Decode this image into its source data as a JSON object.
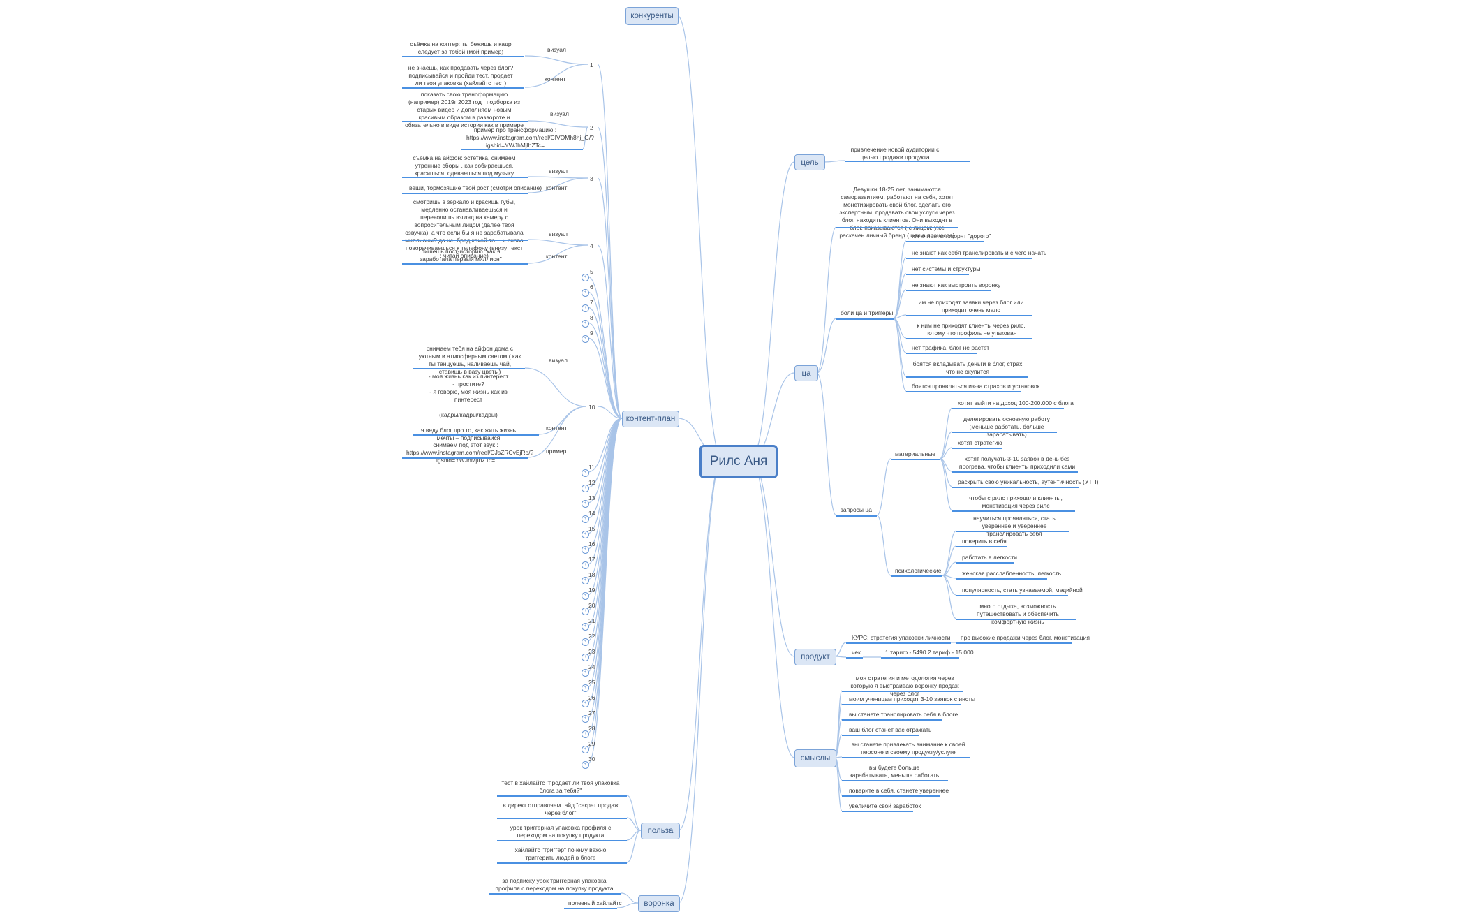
{
  "root": "Рилс Аня",
  "branches": {
    "competitors": "конкуренты",
    "goal": "цель",
    "audience": "ца",
    "product": "продукт",
    "meanings": "смыслы",
    "content_plan": "контент-план",
    "benefit": "польза",
    "funnel": "воронка"
  },
  "goal_text": "привлечение новой аудитории с целью продажи продукта",
  "audience": {
    "description": "Девушки 18-25 лет, занимаются саморазвитием, работают на себя, хотят монетизировать свой блог, сделать его экспертным, продавать свои услуги через блог, находить клиентов. Они выходят в блог, показываются ( с лицом; уже раскачен личный бренд ( или в процессе)",
    "pains_label": "боли ца и триггеры",
    "pains": [
      "им клиенты говорят \"дорого\"",
      "не знают как себя транслировать и с чего начать",
      "нет системы и структуры",
      "не знают как выстроить воронку",
      "им не приходят заявки через блог или приходит очень мало",
      "к ним не приходят клиенты через рилс, потому что профиль не упакован",
      "нет трафика, блог не растет",
      "боятся вкладывать деньги в блог, страх что не окупится",
      "боятся проявляться из-за страхов и установок"
    ],
    "requests_label": "запросы ца",
    "material_label": "материальные",
    "material": [
      "хотят выйти на доход 100-200.000 с блога",
      "делегировать основную работу (меньше работать, больше зарабатывать)",
      "хотят стратегию",
      "хотят получать 3-10 заявок в день без прогрева, чтобы клиенты приходили сами",
      "раскрыть свою уникальность, аутентичность (УТП)",
      "чтобы с рилс приходили клиенты, монетизация через рилс"
    ],
    "psych_label": "психологические",
    "psych": [
      "научиться проявляться, стать увереннее и увереннее транслировать себя",
      "поверить в себя",
      "работать в легкости",
      "женская расслабленность, легкость",
      "популярность, стать узнаваемой, медийной",
      "много отдыха, возможность путешествовать и обеспечить комфортную жизнь"
    ]
  },
  "product": {
    "course": "КУРС: стратегия упаковки личности",
    "course_detail": "про высокие продажи через блог, монетизация",
    "check_label": "чек",
    "check_value": "1 тариф - 5490 2 тариф - 15 000"
  },
  "meanings": [
    "моя стратегия и методология через которую я выстраиваю воронку продаж через блог",
    "моим ученицам приходит 3-10 заявок с инсты",
    "вы станете транслировать себя в блоге",
    "ваш блог станет вас отражать",
    "вы станете привлекать внимание к своей персоне и своему продукту/услуге",
    "вы будете больше зарабатывать, меньше работать",
    "поверите в себя, станете увереннее",
    "увеличите свой заработок"
  ],
  "content_plan": {
    "visual_label": "визуал",
    "content_label": "контент",
    "example_label": "пример",
    "items": [
      {
        "n": "1",
        "visual": "съёмка на коптер: ты бежишь и кадр следует за тобой (мой пример)",
        "content": "не знаешь, как продавать через блог? подписывайся и пройди тест, продает ли твоя упаковка (хайлайтс тест)"
      },
      {
        "n": "2",
        "visual": "показать свою трансформацию (например) 2019г 2023 год , подборка из старых видео и дополняем новым красивым образом в развороте и обязательно в виде истории как в примере",
        "content": "пример про трансформацию : https://www.instagram.com/reel/CIVOMh8hj_G/?igshid=YWJhMjlhZTc="
      },
      {
        "n": "3",
        "visual": "съёмка на айфон: эстетика, снимаем утренние сборы , как собираешься, красишься, одеваешься под музыку",
        "content": "вещи, тормозящие твой рост (смотри описание)"
      },
      {
        "n": "4",
        "visual": "смотришь в зеркало и красишь губы, медленно останавливаешься и переводишь взгляд на камеру с вопросительным лицом (далее твоя озвучка): а что если бы я не зарабатывала миллионы? да не, бред какой-то… и снова поворачиваешься к телефону (внизу текст : читай описание)",
        "content": "пишешь пост-историю \"как я заработала первый миллион\""
      }
    ],
    "item10": {
      "n": "10",
      "visual": "снимаем тебя на айфон дома с уютным и атмосферным светом ( как ты танцуешь, наливаешь чай, ставишь в вазу цветы)",
      "content": "- моя жизнь как из пинтерест\n- простите?\n- я говорю, моя жизнь как из пинтерест\n\n(кадры/кадры/кадры)\n\nя веду блог про то, как жить жизнь мечты – подписывайся",
      "example": "снимаем под этот звук : https://www.instagram.com/reel/CJsZRCvEjRo/?igshid=YWJhMjlhZTc="
    },
    "numbers_a": [
      "5",
      "6",
      "7",
      "8",
      "9"
    ],
    "numbers_b": [
      "11",
      "12",
      "13",
      "14",
      "15",
      "16",
      "17",
      "18",
      "19",
      "20",
      "21",
      "22",
      "23",
      "24",
      "25",
      "26",
      "27",
      "28",
      "29",
      "30"
    ]
  },
  "benefit": [
    "тест в хайлайтс \"продает ли твоя упаковка блога за тебя?\"",
    "в директ отправляем гайд \"секрет продаж через блог\"",
    "урок триггерная упаковка профиля с переходом на покупку продукта",
    "хайлайтс \"триггер\" почему важно триггерить людей в блоге"
  ],
  "funnel": [
    "за подписку урок триггерная упаковка профиля с переходом на покупку продукта",
    "полезный хайлайтс"
  ],
  "colors": {
    "line": "#4a90e2",
    "connector": "#a9c4e8",
    "node_fill": "#dbe6f5",
    "node_border": "#7ba3d8"
  }
}
